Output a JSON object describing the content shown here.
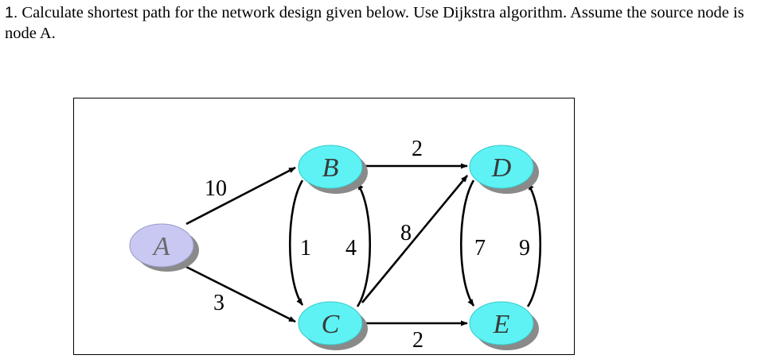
{
  "question": {
    "number": "1.",
    "text": " Calculate shortest path for the network design given below. Use Dijkstra algorithm. Assume the source node is node A."
  },
  "graph": {
    "nodes": [
      {
        "id": "A",
        "label": "A",
        "fill": "#c8c8f2",
        "text_color": "#6a6a6a"
      },
      {
        "id": "B",
        "label": "B",
        "fill": "#5ef2f4",
        "text_color": "#3a3a3a"
      },
      {
        "id": "C",
        "label": "C",
        "fill": "#5ef2f4",
        "text_color": "#3a3a3a"
      },
      {
        "id": "D",
        "label": "D",
        "fill": "#5ef2f4",
        "text_color": "#3a3a3a"
      },
      {
        "id": "E",
        "label": "E",
        "fill": "#5ef2f4",
        "text_color": "#3a3a3a"
      }
    ],
    "edges": [
      {
        "from": "A",
        "to": "B",
        "weight": "10"
      },
      {
        "from": "A",
        "to": "C",
        "weight": "3"
      },
      {
        "from": "B",
        "to": "C",
        "weight": "1"
      },
      {
        "from": "C",
        "to": "B",
        "weight": "4"
      },
      {
        "from": "B",
        "to": "D",
        "weight": "2"
      },
      {
        "from": "C",
        "to": "D",
        "weight": "8"
      },
      {
        "from": "C",
        "to": "E",
        "weight": "2"
      },
      {
        "from": "D",
        "to": "E",
        "weight": "7"
      },
      {
        "from": "E",
        "to": "D",
        "weight": "9"
      }
    ],
    "shadow_color": "#8a8a8a",
    "edge_color": "#000000"
  }
}
